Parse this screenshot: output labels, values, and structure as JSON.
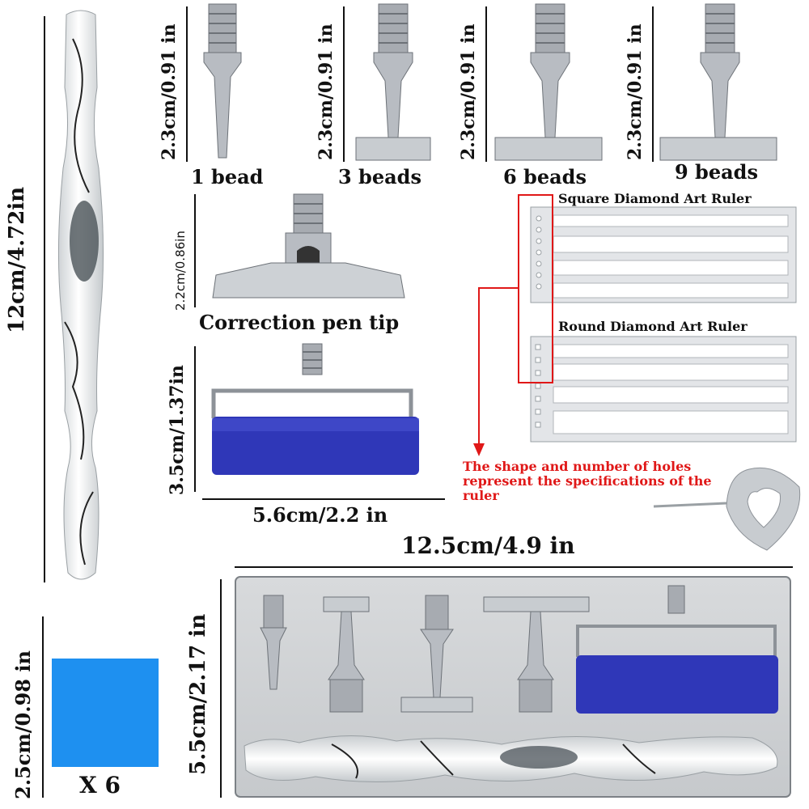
{
  "pen_length_label": "12cm/4.72in",
  "tip_height_labels": [
    "2.3cm/0.91 in",
    "2.3cm/0.91 in",
    "2.3cm/0.91 in",
    "2.3cm/0.91 in"
  ],
  "tip_names": [
    "1 bead",
    "3 beads",
    "6 beads",
    "9 beads"
  ],
  "correction_tip": {
    "height_label": "2.2cm/0.86in",
    "name": "Correction pen tip"
  },
  "roller": {
    "height_label": "3.5cm/1.37in",
    "width_label": "5.6cm/2.2 in"
  },
  "rulers": {
    "square_title": "Square Diamond Art Ruler",
    "round_title": "Round Diamond Art Ruler",
    "note": "The shape and number of holes represent the specifications of the ruler"
  },
  "case": {
    "width_label": "12.5cm/4.9 in",
    "height_label": "5.5cm/2.17 in"
  },
  "wax": {
    "size_label": "2.5cm/0.98 in",
    "quantity": "X 6"
  },
  "colors": {
    "wax": "#1e90f0",
    "roller": "#2f37b8",
    "note": "#e01818",
    "metal": "#b8bcc2"
  }
}
